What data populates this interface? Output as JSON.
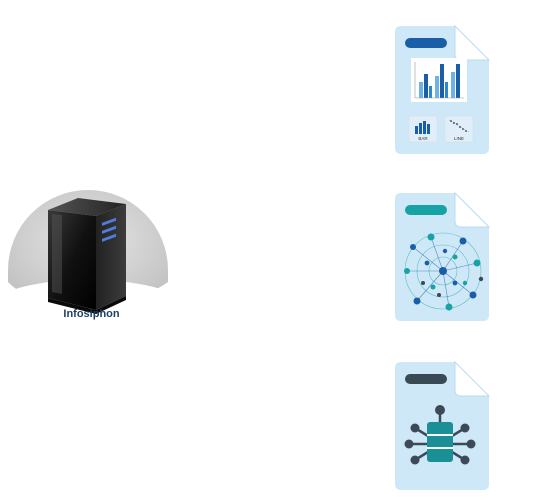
{
  "server": {
    "label": "Infosiphon"
  },
  "documents": [
    {
      "name": "charts-document",
      "tab_color": "#1a5ea8",
      "thumb_labels": [
        "BAR",
        "LINE"
      ]
    },
    {
      "name": "network-document",
      "tab_color": "#17a2a4"
    },
    {
      "name": "database-document",
      "tab_color": "#3a4a55"
    }
  ],
  "colors": {
    "doc_fill": "#cfe8f7",
    "doc_fold": "#ffffff",
    "node_teal": "#17a2a4",
    "node_blue": "#1a5ea8",
    "db_teal": "#1a8f95",
    "db_dark": "#3b4a56"
  }
}
